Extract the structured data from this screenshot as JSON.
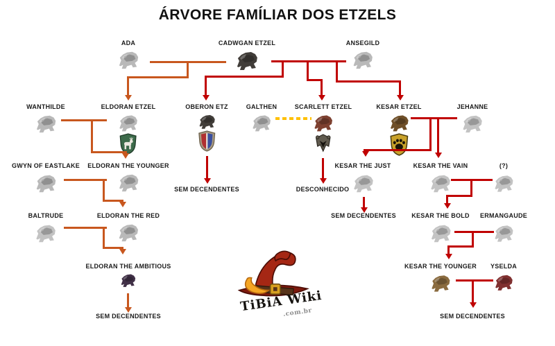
{
  "title": "ÁRVORE FAMÍLIAR DOS ETZELS",
  "colors": {
    "eldoran_branch_line": "#c8571e",
    "etzel_branch_line": "#c00000",
    "uncertain_link_line": "#ffc000",
    "background": "#ffffff"
  },
  "people": {
    "ada": {
      "label": "ADA"
    },
    "cadwgan_etzel": {
      "label": "CADWGAN ETZEL"
    },
    "ansegild": {
      "label": "ANSEGILD"
    },
    "wanthilde": {
      "label": "WANTHILDE"
    },
    "eldoran_etzel": {
      "label": "ELDORAN ETZEL",
      "emblem": "green-stag-shield"
    },
    "oberon_etz": {
      "label": "OBERON ETZ",
      "emblem": "red-blue-quartered-shield"
    },
    "galthen": {
      "label": "GALTHEN"
    },
    "scarlett_etzel": {
      "label": "SCARLETT ETZEL",
      "emblem": "dark-demon-mask"
    },
    "kesar_etzel": {
      "label": "KESAR ETZEL",
      "emblem": "gold-paw-shield"
    },
    "jehanne": {
      "label": "JEHANNE"
    },
    "gwyn_of_eastlake": {
      "label": "GWYN OF EASTLAKE"
    },
    "eldoran_the_younger": {
      "label": "ELDORAN THE YOUNGER"
    },
    "kesar_the_just": {
      "label": "KESAR THE JUST"
    },
    "kesar_the_vain": {
      "label": "KESAR THE VAIN"
    },
    "unknown_spouse": {
      "label": "(?)"
    },
    "baltrude": {
      "label": "BALTRUDE"
    },
    "eldoran_the_red": {
      "label": "ELDORAN THE RED"
    },
    "kesar_the_bold": {
      "label": "KESAR THE BOLD"
    },
    "ermangaude": {
      "label": "ERMANGAUDE"
    },
    "eldoran_the_ambitious": {
      "label": "ELDORAN THE AMBITIOUS"
    },
    "kesar_the_younger": {
      "label": "KESAR THE YOUNGER"
    },
    "yselda": {
      "label": "YSELDA"
    }
  },
  "terminals": {
    "oberon_end": "SEM DECENDENTES",
    "scarlett_end": "DESCONHECIDO",
    "kesar_just_end": "SEM DECENDENTES",
    "eldoran_ambitious_end": "SEM DECENDENTES",
    "kesar_younger_end": "SEM DECENDENTES"
  },
  "logo": {
    "line1": "TiBiA Wiki",
    "line2": ".com.br"
  }
}
